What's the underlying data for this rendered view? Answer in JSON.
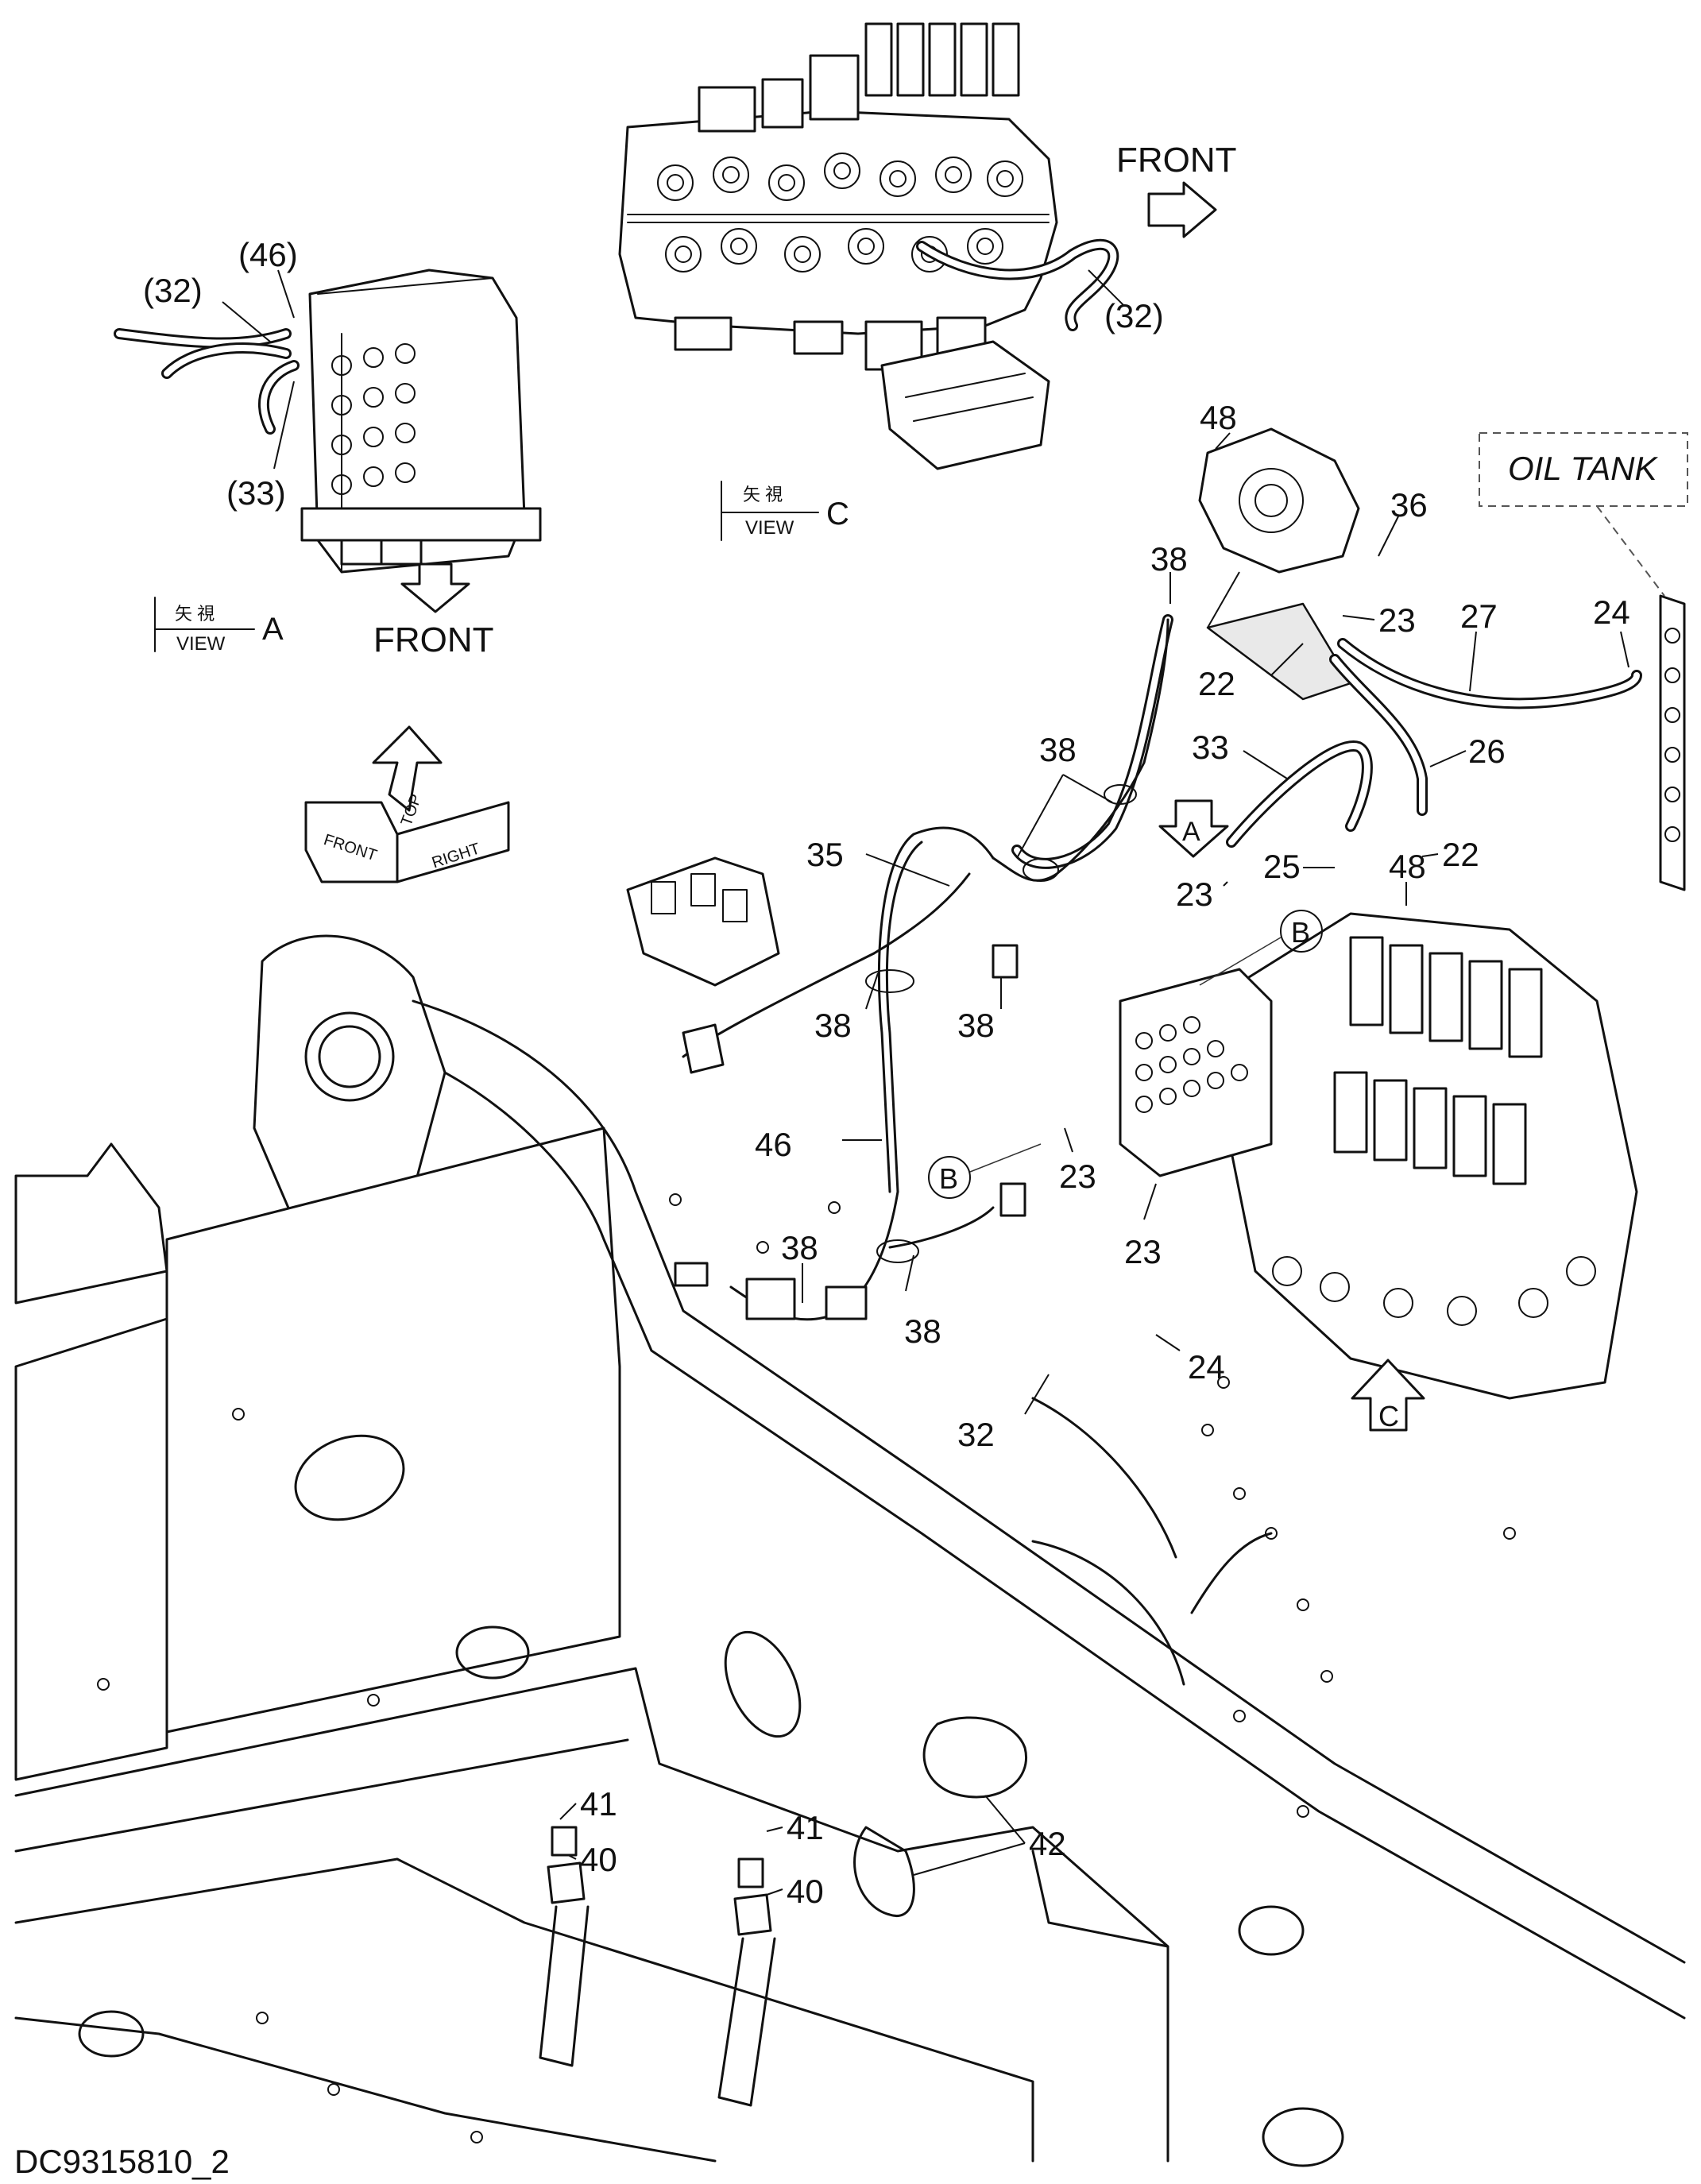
{
  "drawing_id": "DC9315810_2",
  "direction_labels": {
    "front_view_c": "FRONT",
    "front_view_a": "FRONT",
    "orientation_front": "FRONT",
    "orientation_top": "TOP",
    "orientation_right": "RIGHT"
  },
  "views": {
    "view_a": {
      "kanji": "矢 視",
      "label": "VIEW",
      "letter": "A"
    },
    "view_c": {
      "kanji": "矢 視",
      "label": "VIEW",
      "letter": "C"
    },
    "arrow_a": "A",
    "arrow_c": "C",
    "detail_b_1": "B",
    "detail_b_2": "B"
  },
  "oil_tank_label": "OIL TANK",
  "callouts": [
    "(46)",
    "(32)",
    "(33)",
    "(32)",
    "48",
    "36",
    "38",
    "23",
    "27",
    "24",
    "22",
    "38",
    "33",
    "26",
    "35",
    "23",
    "25",
    "48",
    "22",
    "38",
    "38",
    "46",
    "23",
    "23",
    "38",
    "38",
    "24",
    "32",
    "41",
    "40",
    "41",
    "40",
    "42"
  ],
  "icons": [
    "arrow-front-icon",
    "arrow-down-icon",
    "arrow-up-icon",
    "orientation-cube-icon"
  ]
}
